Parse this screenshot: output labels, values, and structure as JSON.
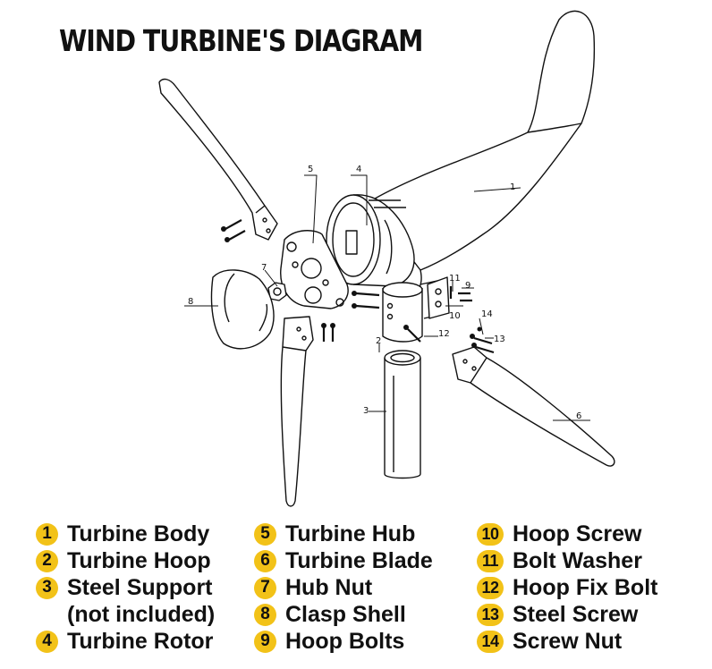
{
  "title": "WIND TURBINE'S DIAGRAM",
  "callouts": [
    "1",
    "2",
    "3",
    "4",
    "5",
    "6",
    "7",
    "8",
    "9",
    "10",
    "11",
    "12",
    "13",
    "14"
  ],
  "legend": {
    "col1": [
      {
        "num": "1",
        "label": "Turbine Body"
      },
      {
        "num": "2",
        "label": "Turbine Hoop"
      },
      {
        "num": "3",
        "label": "Steel Support",
        "cont": "(not included)"
      },
      {
        "num": "4",
        "label": "Turbine Rotor"
      }
    ],
    "col2": [
      {
        "num": "5",
        "label": "Turbine Hub"
      },
      {
        "num": "6",
        "label": "Turbine Blade"
      },
      {
        "num": "7",
        "label": "Hub Nut"
      },
      {
        "num": "8",
        "label": "Clasp Shell"
      },
      {
        "num": "9",
        "label": "Hoop Bolts"
      }
    ],
    "col3": [
      {
        "num": "10",
        "label": "Hoop Screw"
      },
      {
        "num": "11",
        "label": "Bolt Washer"
      },
      {
        "num": "12",
        "label": "Hoop Fix Bolt"
      },
      {
        "num": "13",
        "label": "Steel Screw"
      },
      {
        "num": "14",
        "label": "Screw Nut"
      }
    ]
  },
  "colors": {
    "badge": "#f2c218",
    "line": "#111111",
    "background": "#ffffff"
  }
}
